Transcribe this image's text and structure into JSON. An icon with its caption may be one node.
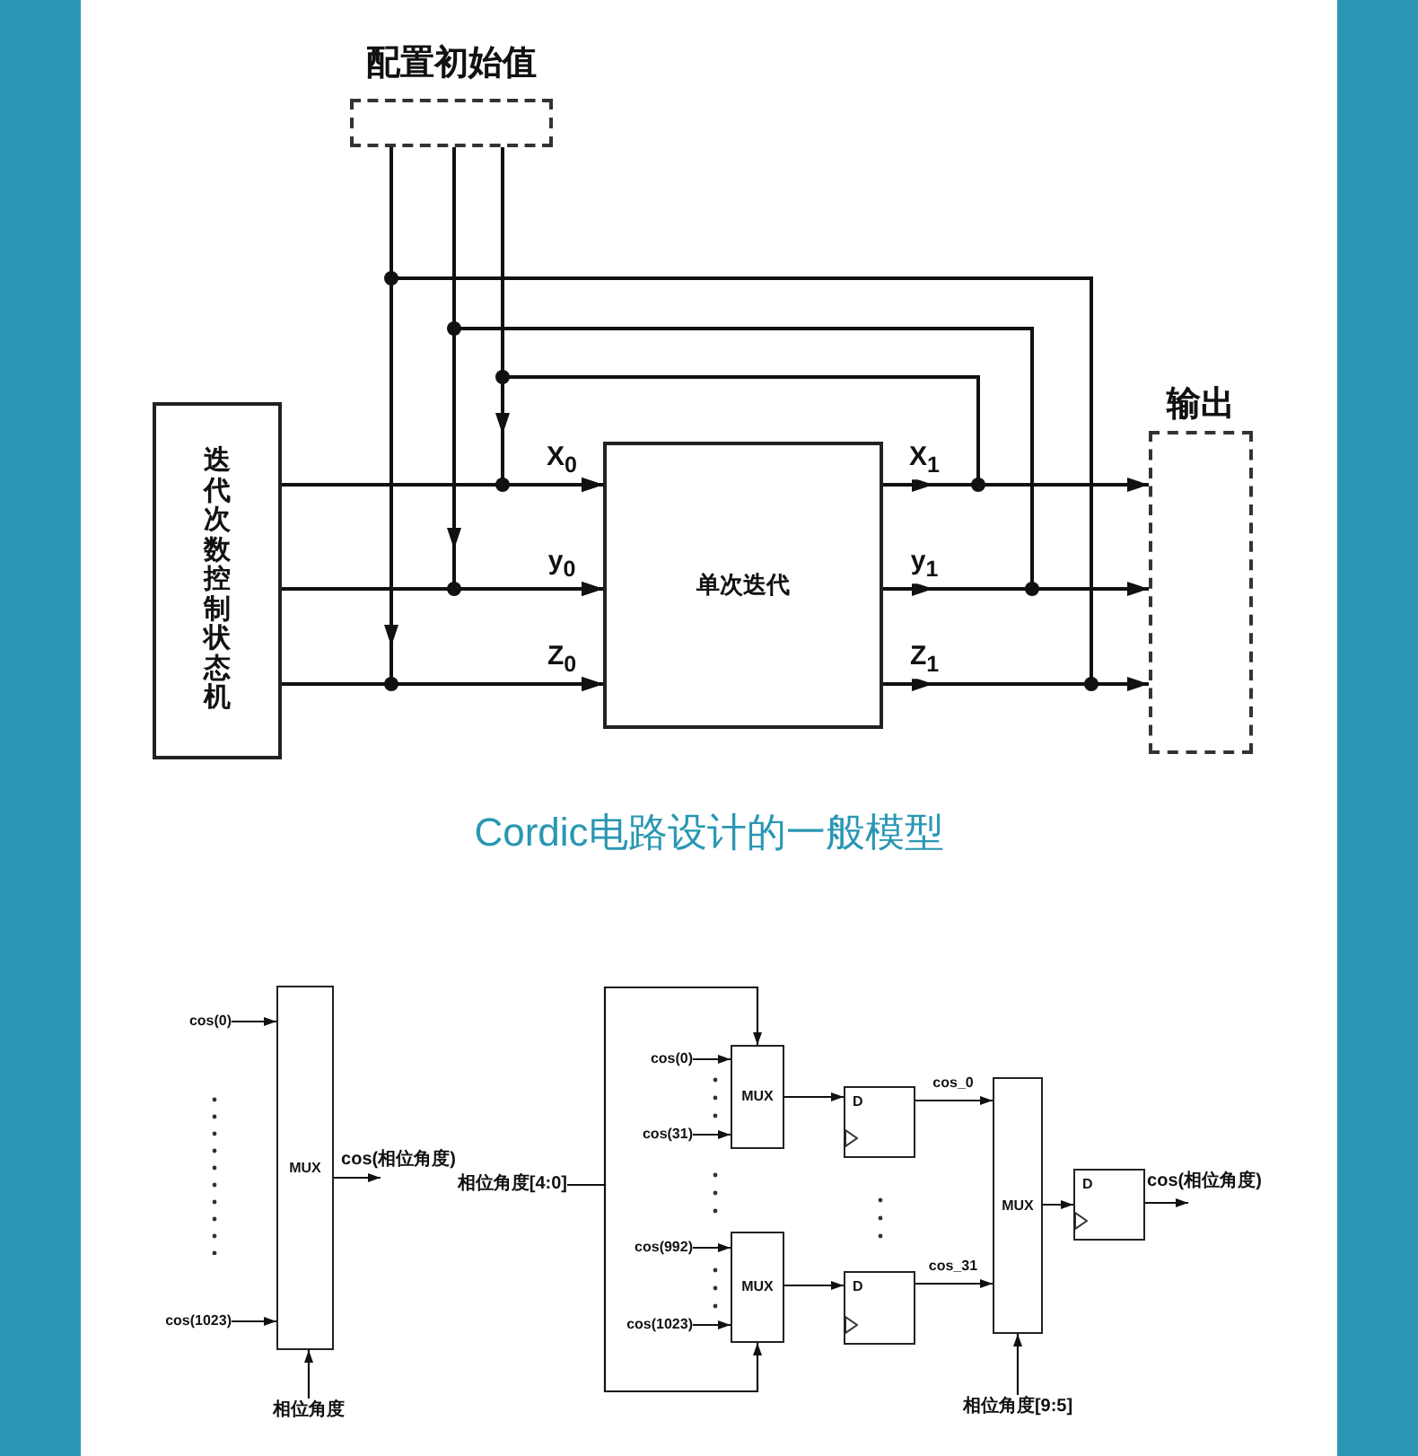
{
  "diagram": {
    "caption": "Cordic电路设计的一般模型",
    "nodes": [
      {
        "text": [
          "配置初始值"
        ]
      },
      {
        "text": [
          "迭代次数控制状态机"
        ]
      },
      {
        "text": [
          "单次迭代"
        ]
      },
      {
        "text": [
          "输出"
        ]
      },
      {
        "text": [
          "cos(0)"
        ]
      },
      {
        "text": [
          "cos(1023)"
        ]
      },
      {
        "text": [
          "MUX"
        ]
      },
      {
        "text": [
          "相位角度"
        ]
      },
      {
        "text": [
          "相位角度[4:0]"
        ]
      },
      {
        "text": [
          "cos(0)"
        ]
      },
      {
        "text": [
          "cos(31)"
        ]
      },
      {
        "text": [
          "MUX"
        ]
      },
      {
        "text": [
          "cos(992)"
        ]
      },
      {
        "text": [
          "cos(1023)"
        ]
      },
      {
        "text": [
          "MUX"
        ]
      },
      {
        "text": [
          "D"
        ]
      },
      {
        "text": [
          "D"
        ]
      },
      {
        "text": [
          "MUX"
        ]
      },
      {
        "text": [
          "相位角度[9:5]"
        ]
      },
      {
        "text": [
          "D"
        ]
      }
    ],
    "edges": [
      {
        "from": 1,
        "to": 2,
        "arrow": "to",
        "label": "X$_{0}$"
      },
      {
        "from": 1,
        "to": 2,
        "arrow": "to",
        "label": "y$_{0}$"
      },
      {
        "from": 1,
        "to": 2,
        "arrow": "to",
        "label": "Z$_{0}$"
      },
      {
        "from": 0,
        "to": 2,
        "arrow": "to"
      },
      {
        "from": 0,
        "to": 2,
        "arrow": "to"
      },
      {
        "from": 0,
        "to": 2,
        "arrow": "to"
      },
      {
        "from": 2,
        "to": 3,
        "arrow": "to",
        "label": "X$_{1}$"
      },
      {
        "from": 2,
        "to": 3,
        "arrow": "to",
        "label": "y$_{1}$"
      },
      {
        "from": 2,
        "to": 3,
        "arrow": "to",
        "label": "Z$_{1}$"
      },
      {
        "from": 2,
        "to": 2,
        "arrow": "to"
      },
      {
        "from": 2,
        "to": 2,
        "arrow": "to"
      },
      {
        "from": 2,
        "to": 2,
        "arrow": "to"
      },
      {
        "from": 4,
        "to": 6,
        "arrow": "to"
      },
      {
        "from": 5,
        "to": 6,
        "arrow": "to"
      },
      {
        "from": 6,
        "to": null,
        "arrow": "to",
        "label": "cos(相位角度)"
      },
      {
        "from": 7,
        "to": 6,
        "arrow": "to"
      },
      {
        "from": 8,
        "to": 11,
        "arrow": "to"
      },
      {
        "from": 8,
        "to": 14,
        "arrow": "to"
      },
      {
        "from": 9,
        "to": 11,
        "arrow": "to"
      },
      {
        "from": 10,
        "to": 11,
        "arrow": "to"
      },
      {
        "from": 12,
        "to": 14,
        "arrow": "to"
      },
      {
        "from": 13,
        "to": 14,
        "arrow": "to"
      },
      {
        "from": 11,
        "to": 15,
        "arrow": "to"
      },
      {
        "from": 14,
        "to": 16,
        "arrow": "to"
      },
      {
        "from": 15,
        "to": 17,
        "arrow": "to",
        "label": "cos_0"
      },
      {
        "from": 16,
        "to": 17,
        "arrow": "to",
        "label": "cos_31"
      },
      {
        "from": 18,
        "to": 17,
        "arrow": "to"
      },
      {
        "from": 17,
        "to": 19,
        "arrow": "to"
      },
      {
        "from": 19,
        "to": null,
        "arrow": "to",
        "label": "cos(相位角度)"
      }
    ]
  }
}
